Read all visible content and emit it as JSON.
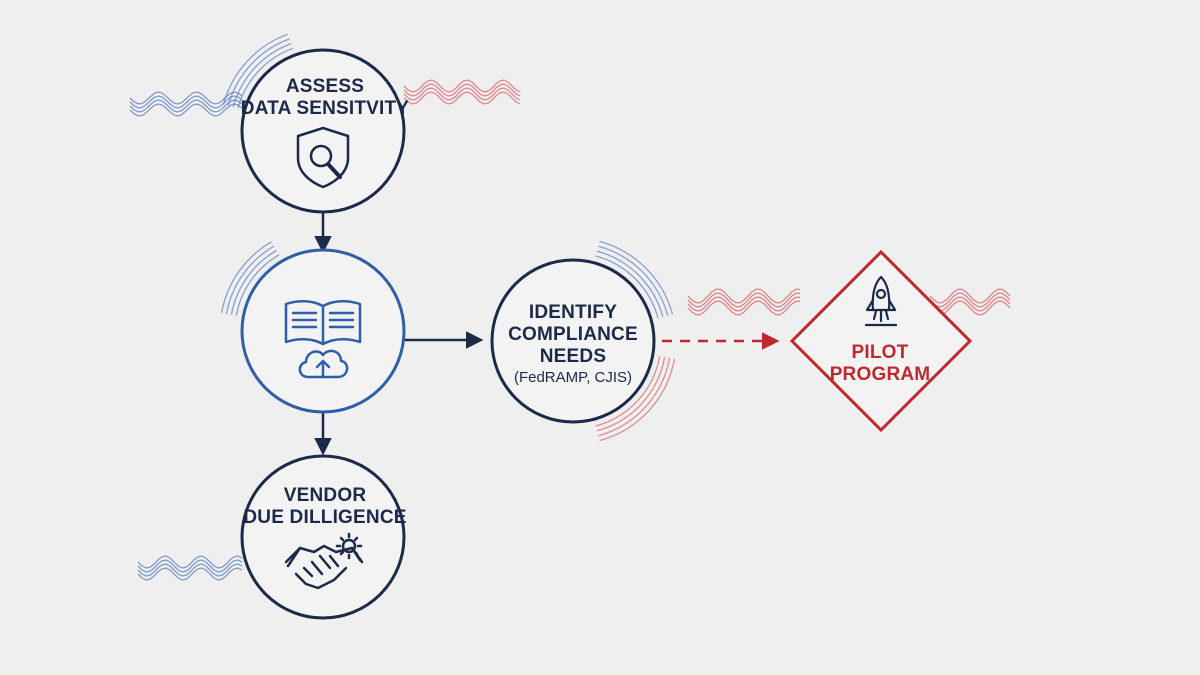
{
  "steps": {
    "assess": {
      "line1": "ASSESS",
      "line2": "DATA SENSITVITY",
      "icon": "shield-magnifier-icon"
    },
    "center": {
      "icon": "book-cloud-upload-icon"
    },
    "compliance": {
      "line1": "IDENTIFY",
      "line2": "COMPLIANCE",
      "line3": "NEEDS",
      "sub": "(FedRAMP, CJIS)"
    },
    "vendor": {
      "line1": "VENDOR",
      "line2": "DUE DILLIGENCE",
      "icon": "handshake-gear-icon"
    },
    "pilot": {
      "line1": "PILOT",
      "line2": "PROGRAM",
      "icon": "rocket-icon"
    }
  },
  "colors": {
    "navy": "#1b2a49",
    "blue": "#2f5fa6",
    "red": "#c0282f",
    "background": "#efefef"
  }
}
